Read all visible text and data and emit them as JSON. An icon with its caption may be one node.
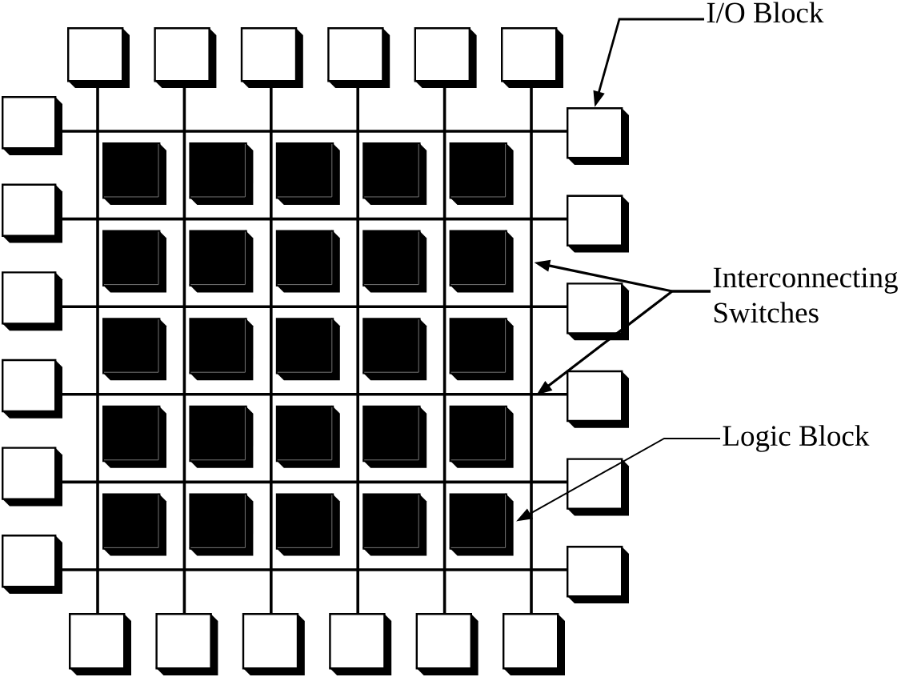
{
  "diagram": {
    "nodes": [
      {
        "text": [
          "I/O Block"
        ]
      },
      {
        "text": [
          "Interconnecting Switches"
        ]
      },
      {
        "text": [
          "Logic Block"
        ]
      },
      {
        "text": [],
        "shape": "box"
      },
      {
        "text": [],
        "shape": "box"
      },
      {
        "text": [],
        "shape": "box"
      },
      {
        "text": [],
        "shape": "box"
      },
      {
        "text": [],
        "shape": "box"
      },
      {
        "text": [],
        "shape": "box"
      },
      {
        "text": [],
        "shape": "box"
      },
      {
        "text": [],
        "shape": "box"
      },
      {
        "text": [],
        "shape": "box"
      },
      {
        "text": [],
        "shape": "box"
      },
      {
        "text": [],
        "shape": "box"
      },
      {
        "text": [],
        "shape": "box"
      },
      {
        "text": [],
        "shape": "box"
      },
      {
        "text": [],
        "shape": "box"
      },
      {
        "text": [],
        "shape": "box"
      },
      {
        "text": [],
        "shape": "box"
      },
      {
        "text": [],
        "shape": "box"
      },
      {
        "text": [],
        "shape": "box"
      },
      {
        "text": [],
        "shape": "box"
      },
      {
        "text": [],
        "shape": "box"
      },
      {
        "text": [],
        "shape": "box"
      },
      {
        "text": [],
        "shape": "box"
      },
      {
        "text": [],
        "shape": "box"
      },
      {
        "text": [],
        "shape": "box"
      },
      {
        "text": [],
        "shape": "box"
      },
      {
        "text": [],
        "shape": "box"
      },
      {
        "text": [],
        "shape": "box"
      },
      {
        "text": [],
        "shape": "box"
      },
      {
        "text": [],
        "shape": "box"
      },
      {
        "text": [],
        "shape": "box"
      },
      {
        "text": [],
        "shape": "box"
      },
      {
        "text": [],
        "shape": "box"
      },
      {
        "text": [],
        "shape": "box"
      },
      {
        "text": [],
        "shape": "box"
      },
      {
        "text": [],
        "shape": "box"
      },
      {
        "text": [],
        "shape": "box"
      },
      {
        "text": [],
        "shape": "box"
      },
      {
        "text": [],
        "shape": "box"
      },
      {
        "text": [],
        "shape": "box"
      },
      {
        "text": [],
        "shape": "box"
      },
      {
        "text": [],
        "shape": "box"
      },
      {
        "text": [],
        "shape": "box"
      },
      {
        "text": [],
        "shape": "box"
      },
      {
        "text": [],
        "shape": "box"
      },
      {
        "text": [],
        "shape": "box"
      },
      {
        "text": [],
        "shape": "box"
      },
      {
        "text": [],
        "shape": "box"
      },
      {
        "text": [],
        "shape": "box"
      },
      {
        "text": [],
        "shape": "box"
      }
    ],
    "edges": [
      {
        "from": 0,
        "to": 15,
        "arrow": "to"
      },
      {
        "from": 1,
        "to": null,
        "arrow": "to"
      },
      {
        "from": 1,
        "to": null,
        "arrow": "to"
      },
      {
        "from": 2,
        "to": 51,
        "arrow": "to"
      },
      {
        "from": 3,
        "to": 21,
        "arrow": "none"
      },
      {
        "from": 4,
        "to": 22,
        "arrow": "none"
      },
      {
        "from": 5,
        "to": 23,
        "arrow": "none"
      },
      {
        "from": 6,
        "to": 24,
        "arrow": "none"
      },
      {
        "from": 7,
        "to": 25,
        "arrow": "none"
      },
      {
        "from": 8,
        "to": 26,
        "arrow": "none"
      },
      {
        "from": 9,
        "to": 15,
        "arrow": "none"
      },
      {
        "from": 10,
        "to": 16,
        "arrow": "none"
      },
      {
        "from": 11,
        "to": 17,
        "arrow": "none"
      },
      {
        "from": 12,
        "to": 18,
        "arrow": "none"
      },
      {
        "from": 13,
        "to": 19,
        "arrow": "none"
      },
      {
        "from": 14,
        "to": 20,
        "arrow": "none"
      }
    ]
  }
}
